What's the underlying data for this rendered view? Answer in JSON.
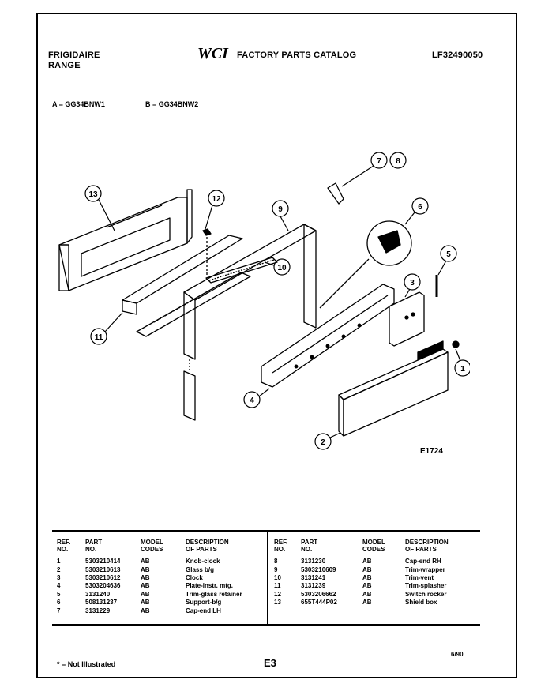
{
  "header": {
    "brand_line1": "FRIGIDAIRE",
    "brand_line2": "RANGE",
    "logo_text": "WCI",
    "catalog_title": "FACTORY PARTS CATALOG",
    "catalog_number": "LF32490050"
  },
  "models": {
    "a": "A = GG34BNW1",
    "b": "B = GG34BNW2"
  },
  "diagram": {
    "code": "E1724",
    "callouts": [
      "1",
      "2",
      "3",
      "4",
      "5",
      "6",
      "7",
      "8",
      "9",
      "10",
      "11",
      "12",
      "13"
    ]
  },
  "table": {
    "headers": {
      "ref_line1": "REF.",
      "ref_line2": "NO.",
      "part_line1": "PART",
      "part_line2": "NO.",
      "model_line1": "MODEL",
      "model_line2": "CODES",
      "desc_line1": "DESCRIPTION",
      "desc_line2": "OF PARTS"
    },
    "left_rows": [
      {
        "ref": "1",
        "part": "5303210414",
        "codes": "AB",
        "desc": "Knob-clock"
      },
      {
        "ref": "2",
        "part": "5303210613",
        "codes": "AB",
        "desc": "Glass b/g"
      },
      {
        "ref": "3",
        "part": "5303210612",
        "codes": "AB",
        "desc": "Clock"
      },
      {
        "ref": "4",
        "part": "5303204636",
        "codes": "AB",
        "desc": "Plate-instr. mtg."
      },
      {
        "ref": "5",
        "part": "3131240",
        "codes": "AB",
        "desc": "Trim-glass retainer"
      },
      {
        "ref": "6",
        "part": "508131237",
        "codes": "AB",
        "desc": "Support-b/g"
      },
      {
        "ref": "7",
        "part": "3131229",
        "codes": "AB",
        "desc": "Cap-end LH"
      }
    ],
    "right_rows": [
      {
        "ref": "8",
        "part": "3131230",
        "codes": "AB",
        "desc": "Cap-end RH"
      },
      {
        "ref": "9",
        "part": "5303210609",
        "codes": "AB",
        "desc": "Trim-wrapper"
      },
      {
        "ref": "10",
        "part": "3131241",
        "codes": "AB",
        "desc": "Trim-vent"
      },
      {
        "ref": "11",
        "part": "3131239",
        "codes": "AB",
        "desc": "Trim-splasher"
      },
      {
        "ref": "12",
        "part": "5303206662",
        "codes": "AB",
        "desc": "Switch rocker"
      },
      {
        "ref": "13",
        "part": "655T444P02",
        "codes": "AB",
        "desc": "Shield box"
      }
    ]
  },
  "footer": {
    "note": "* = Not Illustrated",
    "page": "E3",
    "date": "6/90"
  }
}
